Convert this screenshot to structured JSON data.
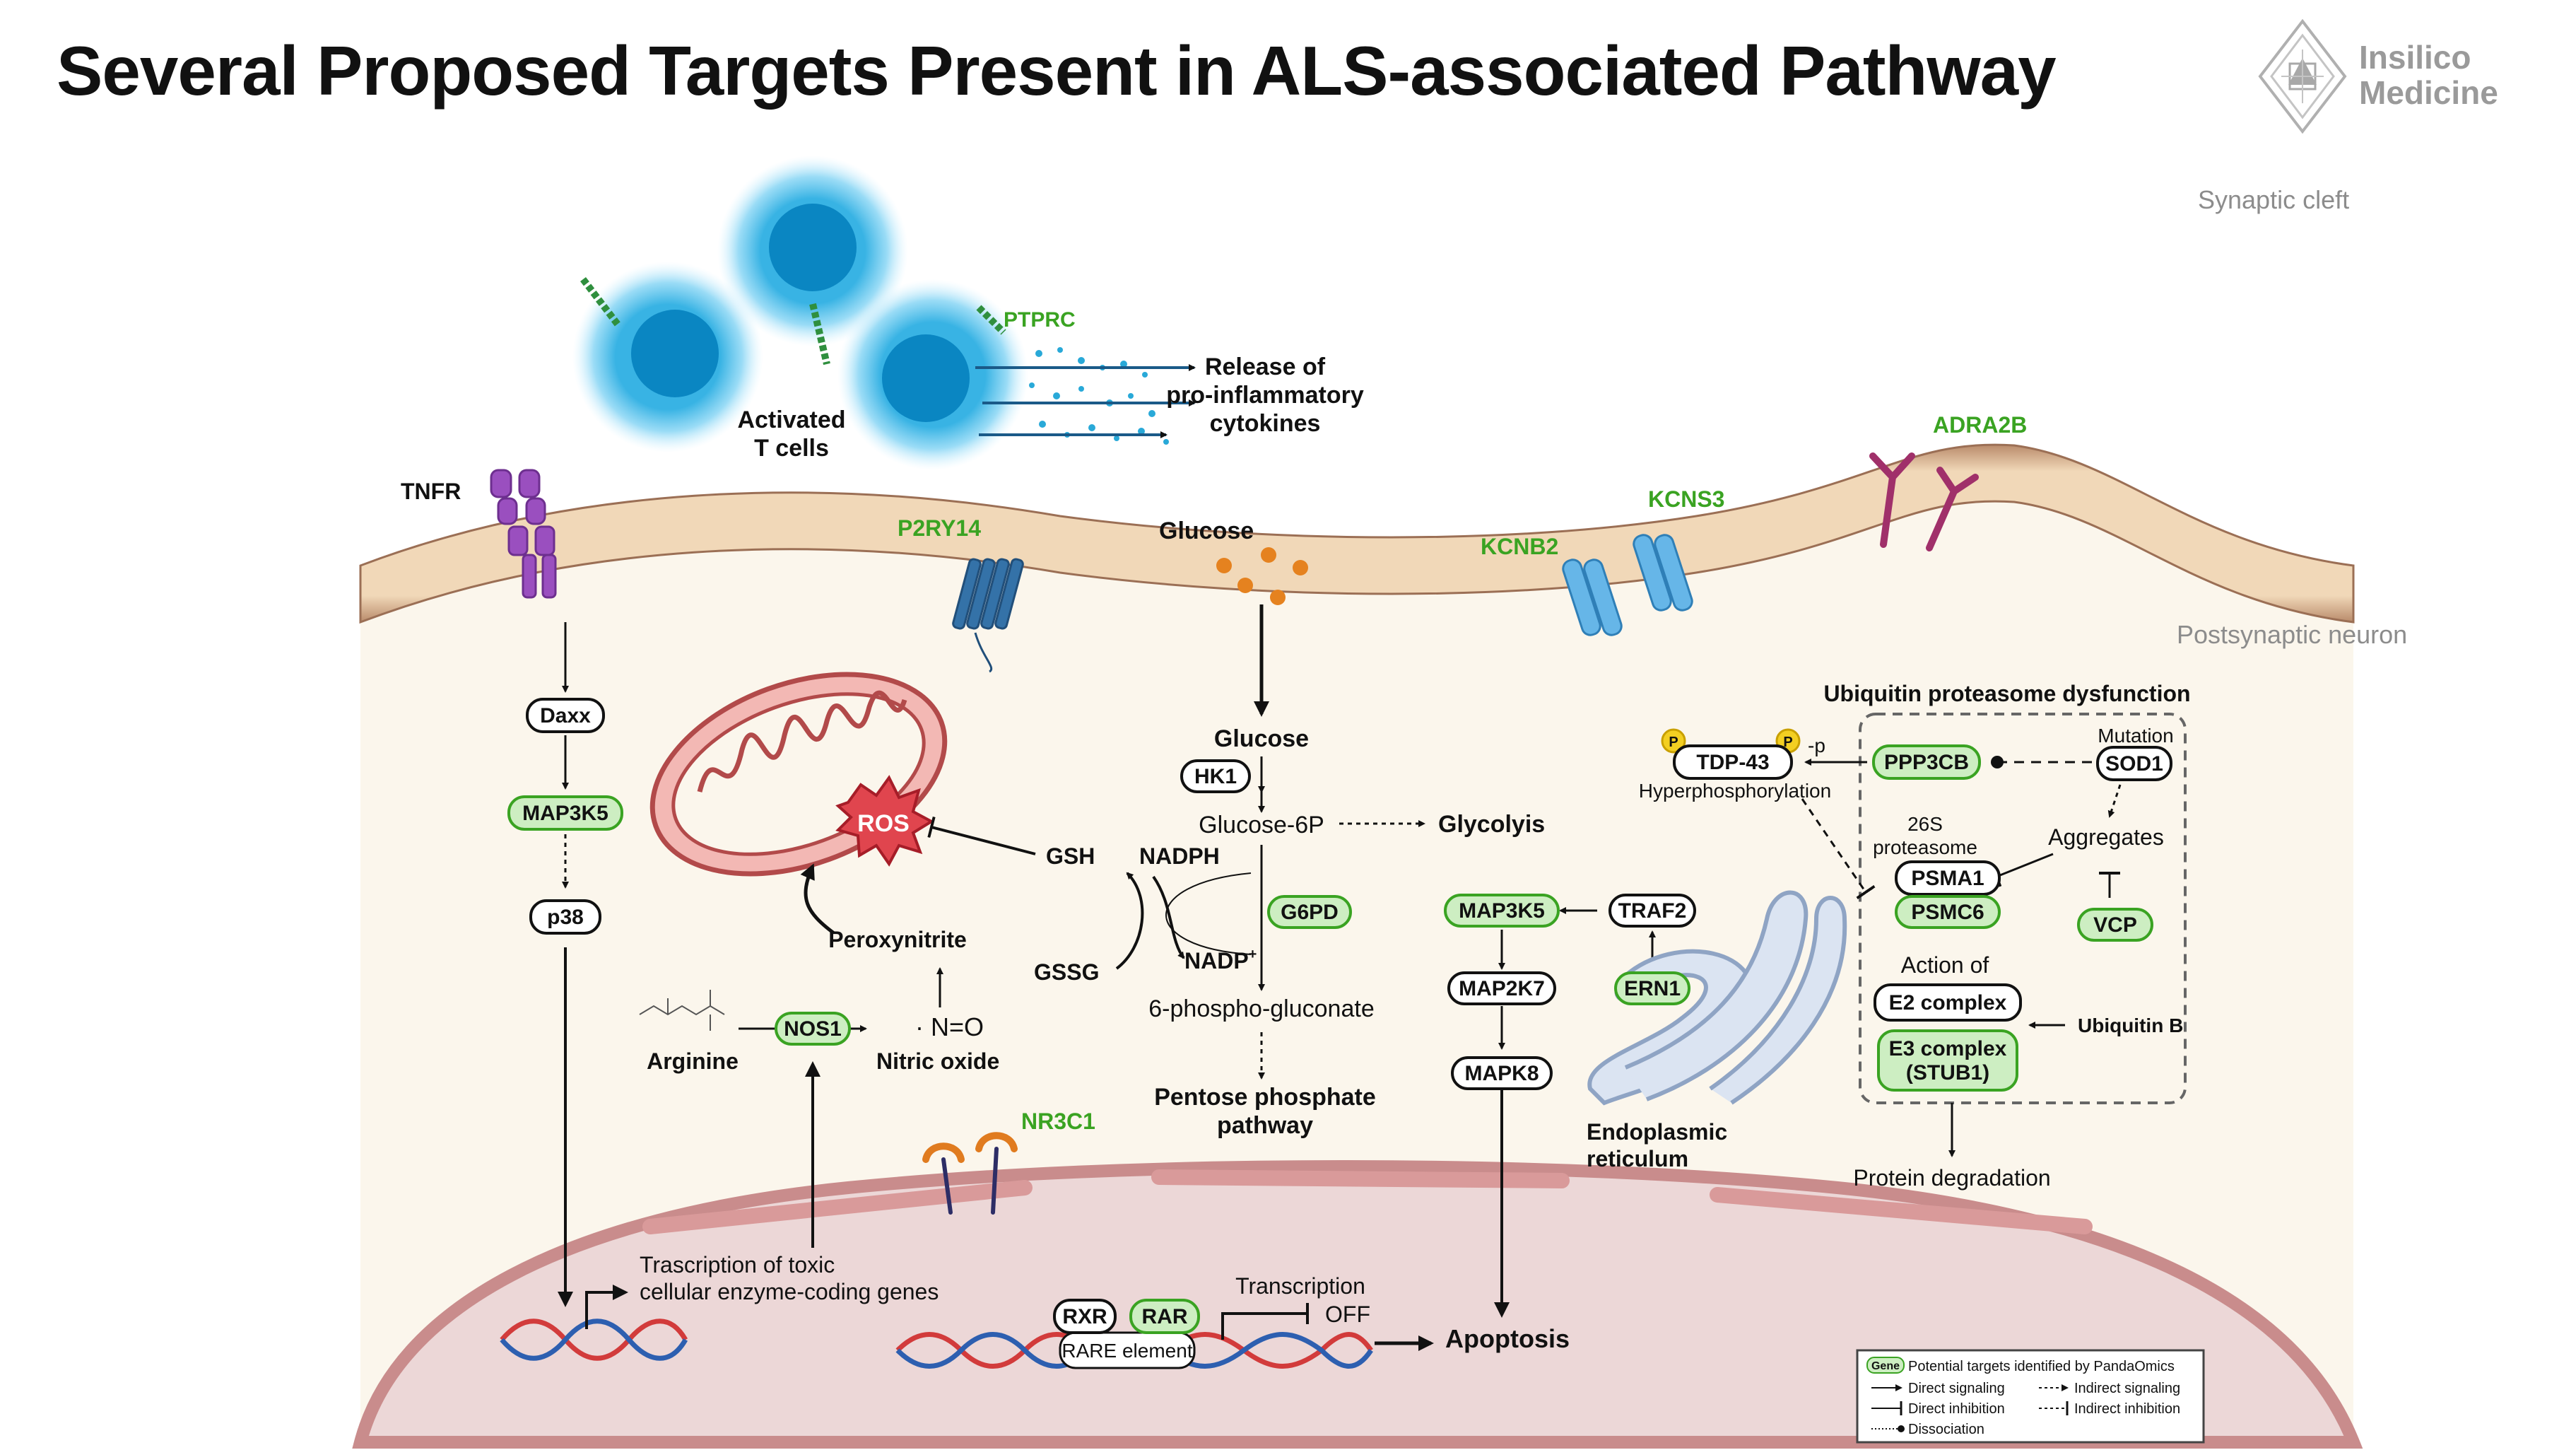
{
  "title": "Several Proposed Targets Present in ALS-associated Pathway",
  "logo": {
    "line1": "Insilico",
    "line2": "Medicine"
  },
  "colors": {
    "target_fill": "#cdeec2",
    "target_stroke": "#3aa322",
    "target_label": "#3aa322",
    "membrane_fill": "#e6c9a5",
    "cytoplasm": "#fbf6ec",
    "nucleus": "#ead4d4",
    "tcell": "#46b5e0",
    "ros_red": "#e0454e"
  },
  "regions": {
    "synaptic_cleft": "Synaptic cleft",
    "postsynaptic_neuron": "Postsynaptic neuron"
  },
  "tcells": {
    "label": "Activated\nT cells",
    "ptprc": "PTPRC",
    "cytokines": "Release of\npro-inflammatory\ncytokines"
  },
  "receptors": {
    "tnfr": "TNFR",
    "p2ry14": "P2RY14",
    "kcnb2": "KCNB2",
    "kcns3": "KCNS3",
    "adra2b": "ADRA2B",
    "nr3c1": "NR3C1"
  },
  "nodes": {
    "daxx": "Daxx",
    "map3k5_left": "MAP3K5",
    "p38": "p38",
    "hk1": "HK1",
    "g6pd": "G6PD",
    "map3k5_mid": "MAP3K5",
    "traf2": "TRAF2",
    "map2k7": "MAP2K7",
    "ern1": "ERN1",
    "mapk8": "MAPK8",
    "nos1": "NOS1",
    "tdp43": "TDP-43",
    "ppp3cb": "PPP3CB",
    "sod1": "SOD1",
    "psma1": "PSMA1",
    "psmc6": "PSMC6",
    "vcp": "VCP",
    "e2": "E2 complex",
    "e3": "E3 complex\n(STUB1)",
    "rxr": "RXR",
    "rar": "RAR"
  },
  "labels": {
    "glucose_out": "Glucose",
    "glucose_in": "Glucose",
    "glucose6p": "Glucose-6P",
    "glycolysis": "Glycolyis",
    "gsh": "GSH",
    "gssg": "GSSG",
    "nadph": "NADPH",
    "nadp": "NADP",
    "nadp_sup": "+",
    "phosphogluconate": "6-phospho-gluconate",
    "pentose": "Pentose phosphate\npathway",
    "ros": "ROS",
    "peroxynitrite": "Peroxynitrite",
    "no_formula": "· N=O",
    "nitric_oxide": "Nitric oxide",
    "arginine": "Arginine",
    "ubiquitin_title": "Ubiquitin proteasome dysfunction",
    "hyperphos": "Hyperphosphorylation",
    "minus_p": "-p",
    "p_badge": "P",
    "mutation": "Mutation",
    "proteasome": "26S\nproteasome",
    "aggregates": "Aggregates",
    "action_of": "Action of",
    "ubiquitin_b": "Ubiquitin B",
    "protein_degradation": "Protein degradation",
    "er": "Endoplasmic\nreticulum",
    "apoptosis": "Apoptosis",
    "transcription_toxic": "Trascription of toxic\ncellular enzyme-coding genes",
    "transcription_off": "Transcription",
    "off": "OFF",
    "rare": "RARE element"
  },
  "legend": {
    "gene_badge": "Gene",
    "targets": "Potential targets identified by PandaOmics",
    "direct_signaling": "Direct signaling",
    "indirect_signaling": "Indirect signaling",
    "direct_inhibition": "Direct inhibition",
    "indirect_inhibition": "Indirect inhibition",
    "dissociation": "Dissociation"
  }
}
